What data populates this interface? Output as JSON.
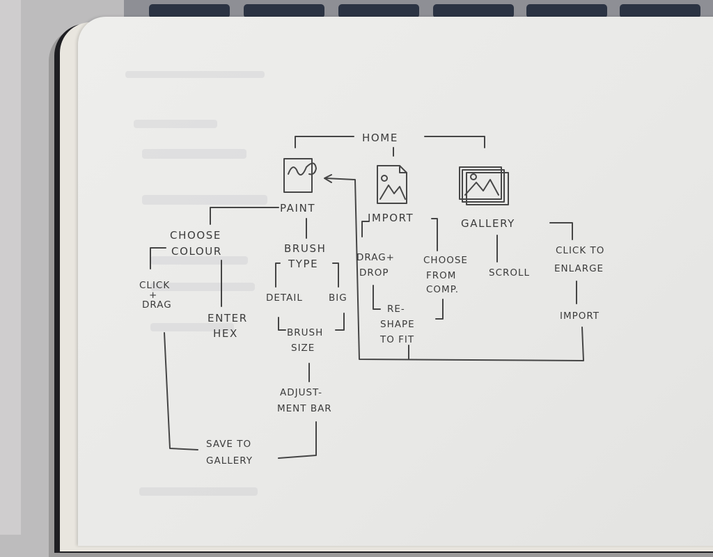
{
  "diagram": {
    "home": "HOME",
    "paint": {
      "title": "PAINT",
      "choose_colour": [
        "CHOOSE",
        "COLOUR"
      ],
      "click_drag": [
        "CLICK",
        "+",
        "DRAG"
      ],
      "enter_hex": [
        "ENTER",
        "HEX"
      ],
      "brush_type": [
        "BRUSH",
        "TYPE"
      ],
      "detail": "DETAIL",
      "big": "BIG",
      "brush_size": [
        "BRUSH",
        "SIZE"
      ],
      "adjustment_bar": [
        "ADJUST-",
        "MENT BAR"
      ],
      "save_to_gallery": [
        "SAVE TO",
        "GALLERY"
      ]
    },
    "import": {
      "title": "IMPORT",
      "drag_drop": [
        "DRAG+",
        "DROP"
      ],
      "choose_from_comp": [
        "CHOOSE",
        "FROM",
        "COMP."
      ],
      "reshape_to_fit": [
        "RE-",
        "SHAPE",
        "TO FIT"
      ]
    },
    "gallery": {
      "title": "GALLERY",
      "scroll": "SCROLL",
      "click_to_enlarge": [
        "CLICK TO",
        "ENLARGE"
      ],
      "import": "IMPORT"
    },
    "icons": {
      "paint": "paint-document-icon",
      "import": "image-file-icon",
      "gallery": "stacked-photos-icon"
    }
  }
}
